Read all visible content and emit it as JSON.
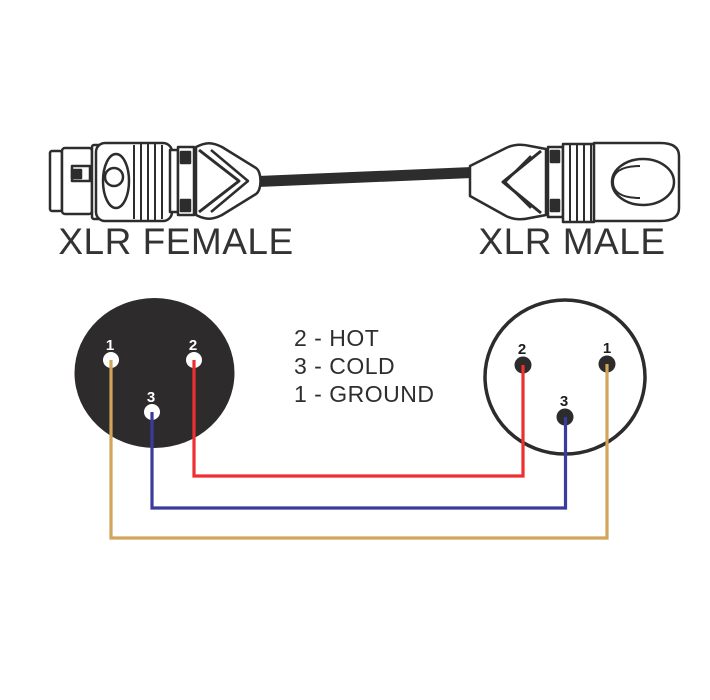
{
  "connectors": {
    "female": {
      "label": "XLR FEMALE",
      "pin_labels": {
        "p1": "1",
        "p2": "2",
        "p3": "3"
      }
    },
    "male": {
      "label": "XLR MALE",
      "pin_labels": {
        "p1": "1",
        "p2": "2",
        "p3": "3"
      }
    }
  },
  "legend": {
    "line1": "2 - HOT",
    "line2": "3 - COLD",
    "line3": "1 - GROUND"
  },
  "wires": {
    "hot": {
      "pin": "2",
      "signal": "HOT",
      "color": "#ee2f2f"
    },
    "cold": {
      "pin": "3",
      "signal": "COLD",
      "color": "#3b3b9e"
    },
    "ground": {
      "pin": "1",
      "signal": "GROUND",
      "color": "#d2a55b"
    }
  },
  "colors": {
    "line_art": "#2d2d2d",
    "faceplate": "#2e2b2c",
    "text": "#303030"
  }
}
